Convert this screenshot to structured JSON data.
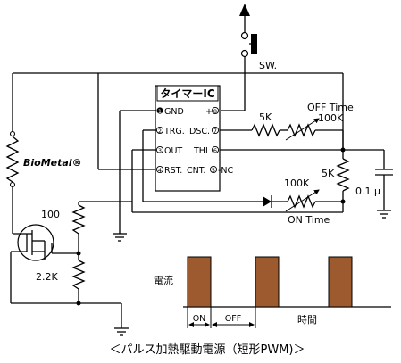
{
  "ic": {
    "title": "タイマーIC",
    "pins": {
      "gnd": "GND",
      "gnd_num": "1",
      "plus": "+",
      "plus_num": "8",
      "trg": "TRG.",
      "trg_num": "2",
      "dsc": "DSC.",
      "dsc_num": "7",
      "out": "OUT",
      "out_num": "3",
      "thl": "THL",
      "thl_num": "6",
      "rst": "RST.",
      "rst_num": "4",
      "cnt": "CNT.",
      "cnt_num": "5",
      "cnt_suffix": "-NC"
    }
  },
  "labels": {
    "switch": "SW.",
    "off_time": "OFF Time",
    "on_time": "ON Time",
    "r_dsc": "5K",
    "vr_off": "100K",
    "r_thl": "5K",
    "vr_on": "100K",
    "capacitor": "0.1 μ",
    "biometal": "BioMetal®",
    "r_gate": "100",
    "r_source": "2.2K"
  },
  "waveform": {
    "ylabel": "電流",
    "xlabel": "時間",
    "on_label": "ON",
    "off_label": "OFF",
    "pulse_color": "#9c5a2e"
  },
  "caption": "＜パルス加熱駆動電源（短形PWM)＞"
}
